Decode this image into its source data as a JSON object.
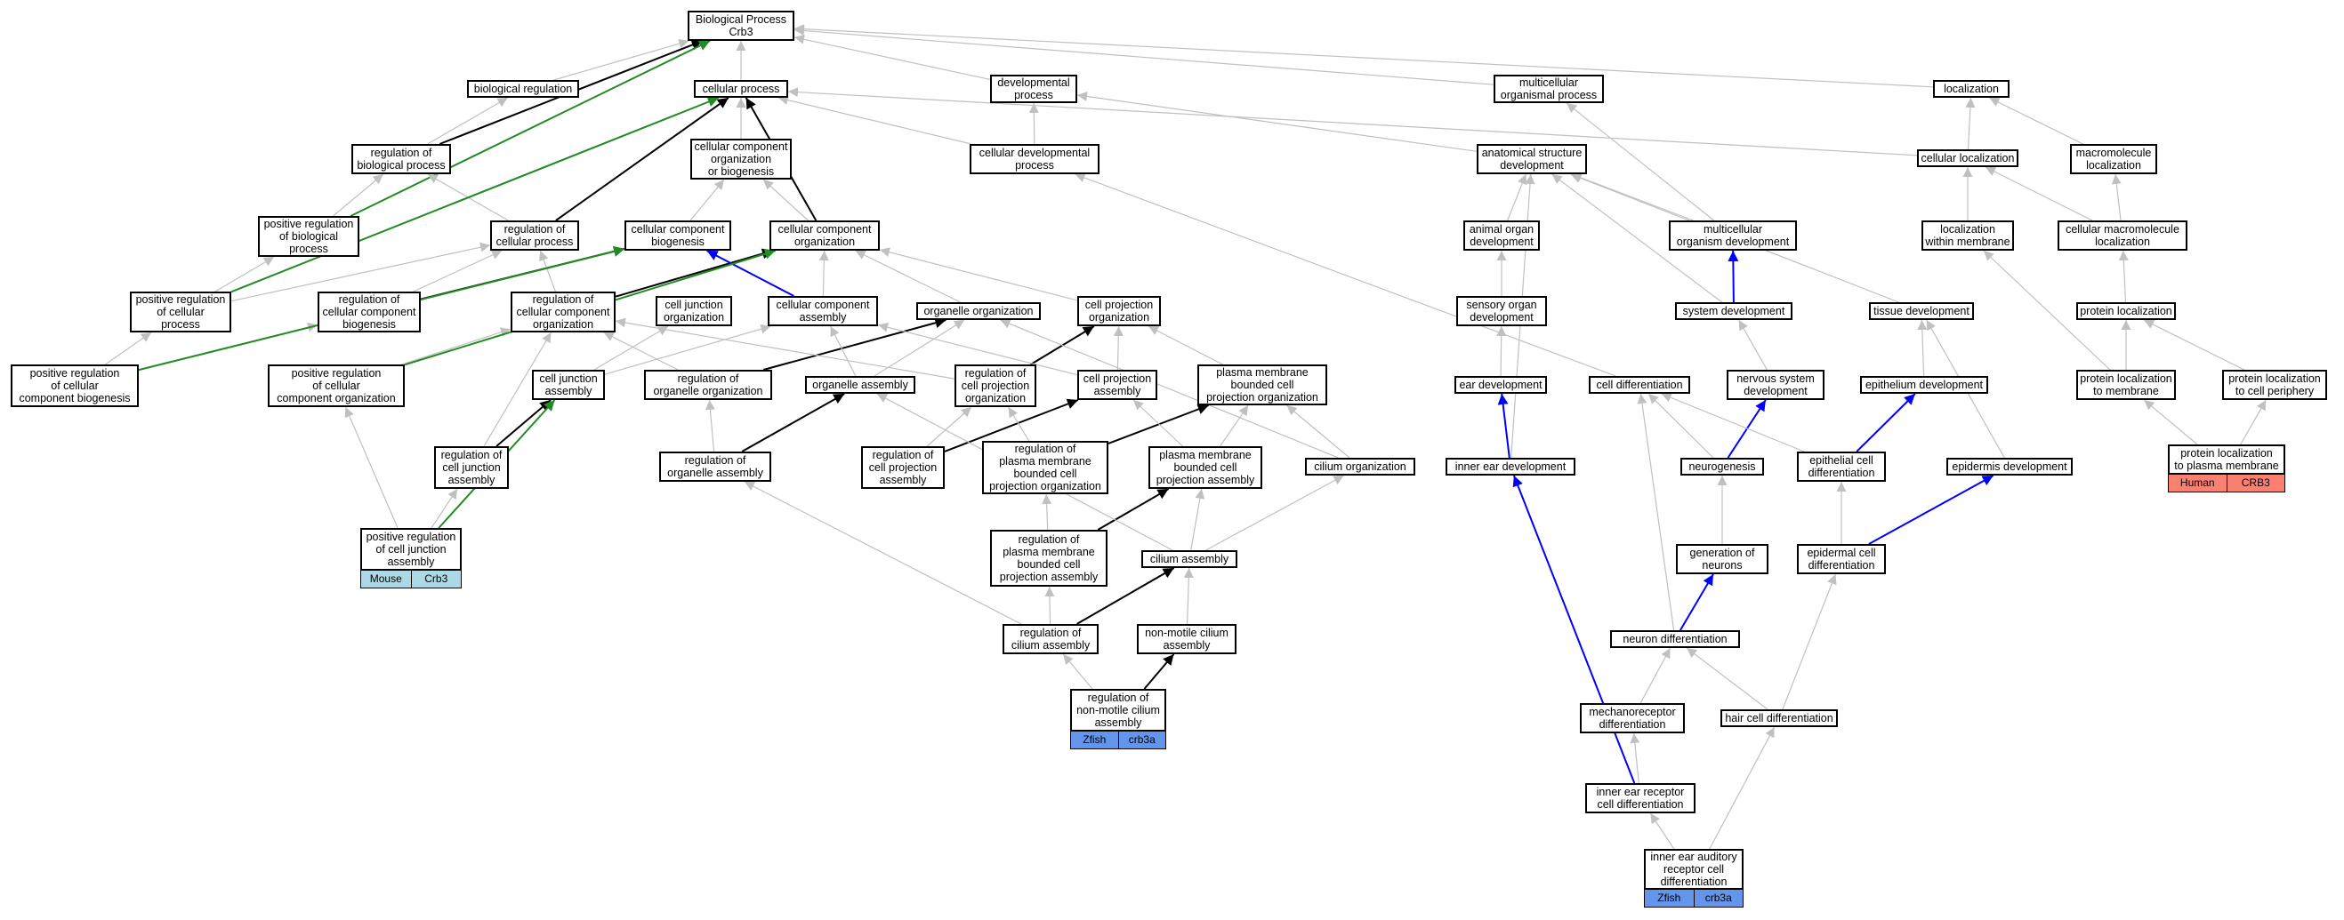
{
  "colors": {
    "gray": "#c0c0c0",
    "black": "#000000",
    "green": "#228b22",
    "blue": "#0000ff",
    "mouse": "#add8e6",
    "zfish": "#6495ed",
    "human": "#fa8072"
  },
  "nodes": [
    {
      "id": "bp",
      "label": "Biological Process\nCrb3"
    },
    {
      "id": "bioreg",
      "label": "biological regulation"
    },
    {
      "id": "cellproc",
      "label": "cellular process"
    },
    {
      "id": "devproc",
      "label": "developmental\nprocess"
    },
    {
      "id": "multiproc",
      "label": "multicellular\norganismal process"
    },
    {
      "id": "loc",
      "label": "localization"
    },
    {
      "id": "regbio",
      "label": "regulation of\nbiological process"
    },
    {
      "id": "ccob",
      "label": "cellular component\norganization\nor biogenesis"
    },
    {
      "id": "celldevproc",
      "label": "cellular developmental\nprocess"
    },
    {
      "id": "anatdev",
      "label": "anatomical structure\ndevelopment"
    },
    {
      "id": "cellloc",
      "label": "cellular localization"
    },
    {
      "id": "macroloc",
      "label": "macromolecule\nlocalization"
    },
    {
      "id": "posregbio",
      "label": "positive regulation\nof biological\nprocess"
    },
    {
      "id": "regcell",
      "label": "regulation of\ncellular process"
    },
    {
      "id": "ccbio",
      "label": "cellular component\nbiogenesis"
    },
    {
      "id": "ccorg",
      "label": "cellular component\norganization"
    },
    {
      "id": "animorg",
      "label": "animal organ\ndevelopment"
    },
    {
      "id": "multiorg",
      "label": "multicellular\norganism development"
    },
    {
      "id": "locmem",
      "label": "localization\nwithin membrane"
    },
    {
      "id": "cmacroloc",
      "label": "cellular macromolecule\nlocalization"
    },
    {
      "id": "posregcell",
      "label": "positive regulation\nof cellular\nprocess"
    },
    {
      "id": "regccbio",
      "label": "regulation of\ncellular component\nbiogenesis"
    },
    {
      "id": "regccorg",
      "label": "regulation of\ncellular component\norganization"
    },
    {
      "id": "cjorg",
      "label": "cell junction\norganization"
    },
    {
      "id": "ccasm",
      "label": "cellular component\nassembly"
    },
    {
      "id": "orgorg",
      "label": "organelle organization"
    },
    {
      "id": "cporg",
      "label": "cell projection\norganization"
    },
    {
      "id": "sensorg",
      "label": "sensory organ\ndevelopment"
    },
    {
      "id": "sysdev",
      "label": "system development"
    },
    {
      "id": "tissdev",
      "label": "tissue development"
    },
    {
      "id": "protloc",
      "label": "protein localization"
    },
    {
      "id": "posregccbio",
      "label": "positive regulation\nof cellular\ncomponent biogenesis"
    },
    {
      "id": "posregccorg",
      "label": "positive regulation\nof cellular\ncomponent organization"
    },
    {
      "id": "cjasm",
      "label": "cell junction\nassembly"
    },
    {
      "id": "regorgorg",
      "label": "regulation of\norganelle organization"
    },
    {
      "id": "orgasm",
      "label": "organelle assembly"
    },
    {
      "id": "regcporg",
      "label": "regulation of\ncell projection\norganization"
    },
    {
      "id": "cpasm",
      "label": "cell projection\nassembly"
    },
    {
      "id": "pmbcporg",
      "label": "plasma membrane\nbounded cell\nprojection organization"
    },
    {
      "id": "eardev",
      "label": "ear development"
    },
    {
      "id": "celldiff",
      "label": "cell differentiation"
    },
    {
      "id": "nervdev",
      "label": "nervous system\ndevelopment"
    },
    {
      "id": "epidev",
      "label": "epithelium development"
    },
    {
      "id": "protlocmem",
      "label": "protein localization\nto membrane"
    },
    {
      "id": "protlocper",
      "label": "protein localization\nto cell periphery"
    },
    {
      "id": "regcjasm",
      "label": "regulation of\ncell junction\nassembly"
    },
    {
      "id": "regorgasm",
      "label": "regulation of\norganelle assembly"
    },
    {
      "id": "regcpasm",
      "label": "regulation of\ncell projection\nassembly"
    },
    {
      "id": "regpmbcporg",
      "label": "regulation of\nplasma membrane\nbounded cell\nprojection organization"
    },
    {
      "id": "pmbcpasm",
      "label": "plasma membrane\nbounded cell\nprojection assembly"
    },
    {
      "id": "ciliumorg",
      "label": "cilium organization"
    },
    {
      "id": "innerear",
      "label": "inner ear development"
    },
    {
      "id": "neurogen",
      "label": "neurogenesis"
    },
    {
      "id": "epicelldiff",
      "label": "epithelial cell\ndifferentiation"
    },
    {
      "id": "epiddev",
      "label": "epidermis development"
    },
    {
      "id": "protlocpm",
      "label": "protein localization\nto plasma membrane"
    },
    {
      "id": "posregcjasm",
      "label": "positive regulation\nof cell junction\nassembly"
    },
    {
      "id": "regpmbcpasm",
      "label": "regulation of\nplasma membrane\nbounded cell\nprojection assembly"
    },
    {
      "id": "ciliumasm",
      "label": "cilium assembly"
    },
    {
      "id": "genneur",
      "label": "generation of\nneurons"
    },
    {
      "id": "epidcelldiff",
      "label": "epidermal cell\ndifferentiation"
    },
    {
      "id": "regciliumasm",
      "label": "regulation of\ncilium assembly"
    },
    {
      "id": "nonmotile",
      "label": "non-motile cilium\nassembly"
    },
    {
      "id": "neurdiff",
      "label": "neuron differentiation"
    },
    {
      "id": "regnonmotile",
      "label": "regulation of\nnon-motile cilium\nassembly"
    },
    {
      "id": "mechdiff",
      "label": "mechanoreceptor\ndifferentiation"
    },
    {
      "id": "haircelldiff",
      "label": "hair cell differentiation"
    },
    {
      "id": "innerearrec",
      "label": "inner ear receptor\ncell differentiation"
    },
    {
      "id": "innerearaud",
      "label": "inner ear auditory\nreceptor cell\ndifferentiation"
    }
  ],
  "annotations": [
    {
      "node": "posregcjasm",
      "species": "Mouse",
      "gene": "Crb3",
      "color": "#add8e6"
    },
    {
      "node": "regnonmotile",
      "species": "Zfish",
      "gene": "crb3a",
      "color": "#6495ed"
    },
    {
      "node": "innerearaud",
      "species": "Zfish",
      "gene": "crb3a",
      "color": "#6495ed"
    },
    {
      "node": "protlocpm",
      "species": "Human",
      "gene": "CRB3",
      "color": "#fa8072"
    }
  ],
  "edges": [
    [
      "bioreg",
      "bp",
      "gray"
    ],
    [
      "cellproc",
      "bp",
      "gray"
    ],
    [
      "devproc",
      "bp",
      "gray"
    ],
    [
      "multiproc",
      "bp",
      "gray"
    ],
    [
      "loc",
      "bp",
      "gray"
    ],
    [
      "regbio",
      "bioreg",
      "gray"
    ],
    [
      "regbio",
      "bp",
      "black"
    ],
    [
      "posregbio",
      "regbio",
      "gray"
    ],
    [
      "posregbio",
      "bp",
      "green"
    ],
    [
      "regcell",
      "regbio",
      "gray"
    ],
    [
      "regcell",
      "cellproc",
      "black"
    ],
    [
      "ccob",
      "cellproc",
      "gray"
    ],
    [
      "celldevproc",
      "cellproc",
      "gray"
    ],
    [
      "celldevproc",
      "devproc",
      "gray"
    ],
    [
      "anatdev",
      "devproc",
      "gray"
    ],
    [
      "multiorg",
      "multiproc",
      "gray"
    ],
    [
      "cellloc",
      "cellproc",
      "gray"
    ],
    [
      "cellloc",
      "loc",
      "gray"
    ],
    [
      "macroloc",
      "loc",
      "gray"
    ],
    [
      "ccbio",
      "ccob",
      "gray"
    ],
    [
      "ccorg",
      "ccob",
      "gray"
    ],
    [
      "ccorg",
      "cellproc",
      "black"
    ],
    [
      "posregcell",
      "posregbio",
      "gray"
    ],
    [
      "posregcell",
      "regcell",
      "gray"
    ],
    [
      "posregcell",
      "cellproc",
      "green"
    ],
    [
      "regccbio",
      "regcell",
      "gray"
    ],
    [
      "regccbio",
      "ccbio",
      "black"
    ],
    [
      "regccorg",
      "regcell",
      "gray"
    ],
    [
      "regccorg",
      "ccorg",
      "black"
    ],
    [
      "ccasm",
      "ccbio",
      "blue"
    ],
    [
      "ccasm",
      "ccorg",
      "gray"
    ],
    [
      "orgorg",
      "ccorg",
      "gray"
    ],
    [
      "cporg",
      "ccorg",
      "gray"
    ],
    [
      "posregccbio",
      "posregcell",
      "gray"
    ],
    [
      "posregccbio",
      "regccbio",
      "gray"
    ],
    [
      "posregccbio",
      "ccbio",
      "green"
    ],
    [
      "posregccorg",
      "regccorg",
      "gray"
    ],
    [
      "posregccorg",
      "ccorg",
      "green"
    ],
    [
      "cjasm",
      "cjorg",
      "gray"
    ],
    [
      "cjasm",
      "ccasm",
      "gray"
    ],
    [
      "regorgorg",
      "regccorg",
      "gray"
    ],
    [
      "regorgorg",
      "orgorg",
      "black"
    ],
    [
      "orgasm",
      "orgorg",
      "gray"
    ],
    [
      "orgasm",
      "ccasm",
      "gray"
    ],
    [
      "regcporg",
      "cporg",
      "black"
    ],
    [
      "regcporg",
      "regccorg",
      "gray"
    ],
    [
      "cpasm",
      "cporg",
      "gray"
    ],
    [
      "cpasm",
      "ccasm",
      "gray"
    ],
    [
      "pmbcporg",
      "cporg",
      "gray"
    ],
    [
      "regcjasm",
      "cjasm",
      "black"
    ],
    [
      "regcjasm",
      "regccorg",
      "gray"
    ],
    [
      "regorgasm",
      "orgasm",
      "black"
    ],
    [
      "regorgasm",
      "regorgorg",
      "gray"
    ],
    [
      "regcpasm",
      "cpasm",
      "black"
    ],
    [
      "regcpasm",
      "regcporg",
      "gray"
    ],
    [
      "regpmbcporg",
      "pmbcporg",
      "black"
    ],
    [
      "regpmbcporg",
      "regcporg",
      "gray"
    ],
    [
      "pmbcpasm",
      "pmbcporg",
      "gray"
    ],
    [
      "pmbcpasm",
      "cpasm",
      "gray"
    ],
    [
      "ciliumorg",
      "pmbcporg",
      "gray"
    ],
    [
      "ciliumorg",
      "orgorg",
      "gray"
    ],
    [
      "posregcjasm",
      "regcjasm",
      "gray"
    ],
    [
      "posregcjasm",
      "posregccorg",
      "gray"
    ],
    [
      "posregcjasm",
      "cjasm",
      "green"
    ],
    [
      "regpmbcpasm",
      "pmbcpasm",
      "black"
    ],
    [
      "regpmbcpasm",
      "regpmbcporg",
      "gray"
    ],
    [
      "ciliumasm",
      "pmbcpasm",
      "gray"
    ],
    [
      "ciliumasm",
      "ciliumorg",
      "gray"
    ],
    [
      "ciliumasm",
      "orgasm",
      "gray"
    ],
    [
      "regciliumasm",
      "ciliumasm",
      "black"
    ],
    [
      "regciliumasm",
      "regpmbcpasm",
      "gray"
    ],
    [
      "regciliumasm",
      "regorgasm",
      "gray"
    ],
    [
      "nonmotile",
      "ciliumasm",
      "gray"
    ],
    [
      "regnonmotile",
      "nonmotile",
      "black"
    ],
    [
      "regnonmotile",
      "regciliumasm",
      "gray"
    ],
    [
      "animorg",
      "anatdev",
      "gray"
    ],
    [
      "multiorg",
      "anatdev",
      "gray"
    ],
    [
      "sysdev",
      "multiorg",
      "blue"
    ],
    [
      "sysdev",
      "anatdev",
      "gray"
    ],
    [
      "tissdev",
      "anatdev",
      "gray"
    ],
    [
      "sensorg",
      "animorg",
      "gray"
    ],
    [
      "eardev",
      "sensorg",
      "gray"
    ],
    [
      "innerear",
      "eardev",
      "blue"
    ],
    [
      "innerear",
      "anatdev",
      "gray"
    ],
    [
      "celldiff",
      "celldevproc",
      "gray"
    ],
    [
      "nervdev",
      "sysdev",
      "gray"
    ],
    [
      "neurogen",
      "nervdev",
      "blue"
    ],
    [
      "neurogen",
      "celldiff",
      "gray"
    ],
    [
      "epidev",
      "tissdev",
      "gray"
    ],
    [
      "epicelldiff",
      "epidev",
      "blue"
    ],
    [
      "epicelldiff",
      "celldiff",
      "gray"
    ],
    [
      "epiddev",
      "tissdev",
      "gray"
    ],
    [
      "epidcelldiff",
      "epiddev",
      "blue"
    ],
    [
      "epidcelldiff",
      "epicelldiff",
      "gray"
    ],
    [
      "genneur",
      "neurogen",
      "gray"
    ],
    [
      "neurdiff",
      "genneur",
      "blue"
    ],
    [
      "neurdiff",
      "celldiff",
      "gray"
    ],
    [
      "mechdiff",
      "neurdiff",
      "gray"
    ],
    [
      "haircelldiff",
      "neurdiff",
      "gray"
    ],
    [
      "haircelldiff",
      "epidcelldiff",
      "gray"
    ],
    [
      "innerearrec",
      "mechdiff",
      "gray"
    ],
    [
      "innerearrec",
      "innerear",
      "blue"
    ],
    [
      "innerearaud",
      "innerearrec",
      "gray"
    ],
    [
      "innerearaud",
      "haircelldiff",
      "gray"
    ],
    [
      "locmem",
      "cellloc",
      "gray"
    ],
    [
      "cmacroloc",
      "cellloc",
      "gray"
    ],
    [
      "cmacroloc",
      "macroloc",
      "gray"
    ],
    [
      "protloc",
      "cmacroloc",
      "gray"
    ],
    [
      "protlocmem",
      "protloc",
      "gray"
    ],
    [
      "protlocmem",
      "locmem",
      "gray"
    ],
    [
      "protlocper",
      "protloc",
      "gray"
    ],
    [
      "protlocpm",
      "protlocmem",
      "gray"
    ],
    [
      "protlocpm",
      "protlocper",
      "gray"
    ]
  ]
}
